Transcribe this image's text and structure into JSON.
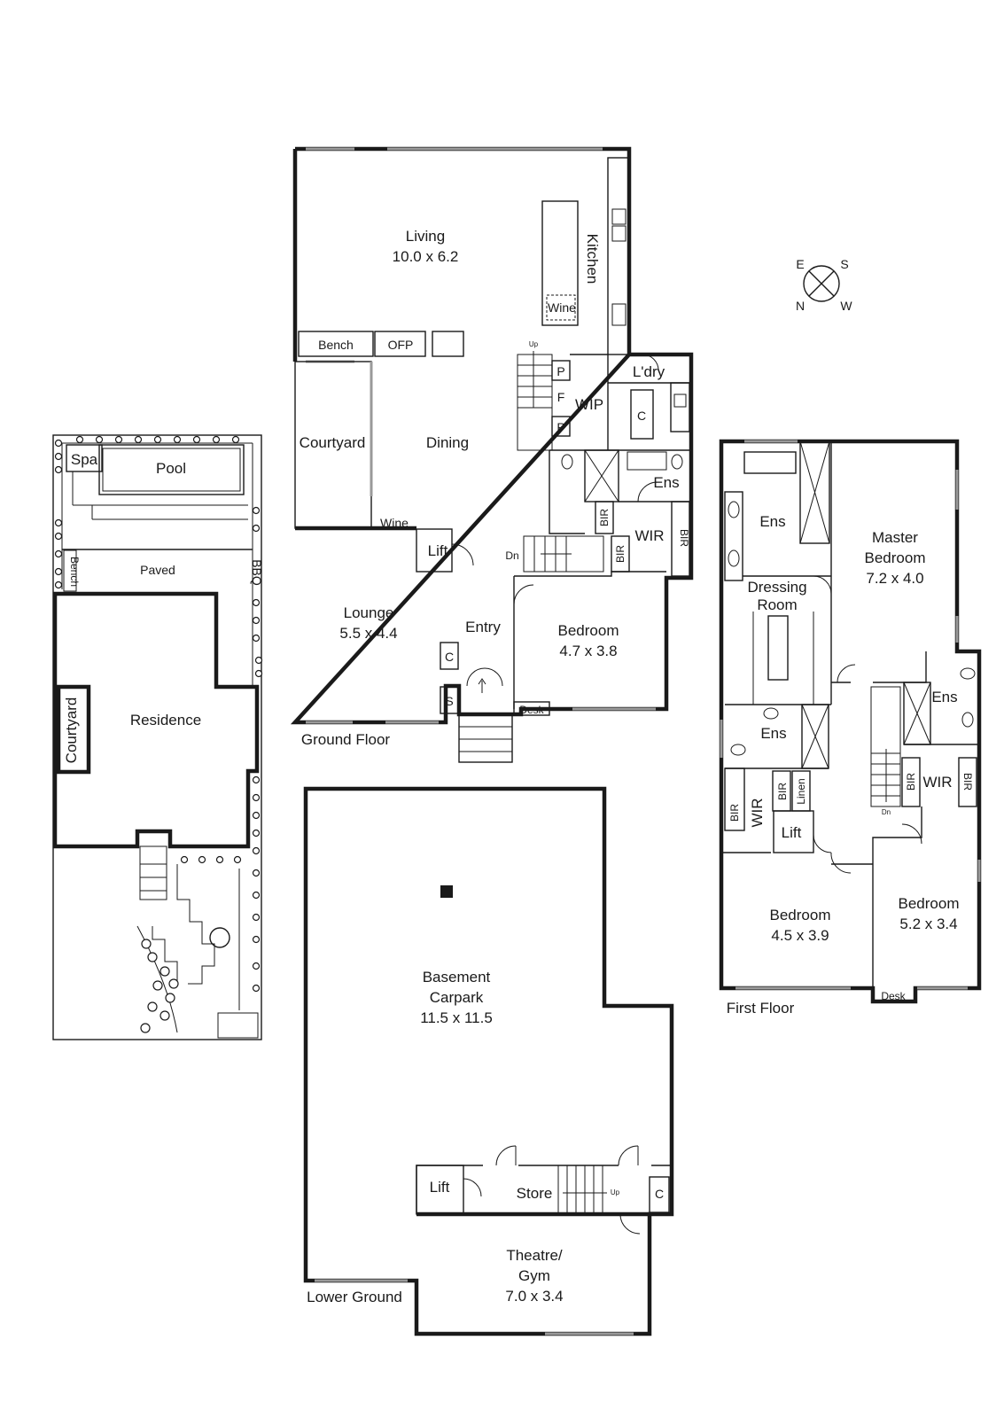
{
  "floors": {
    "ground": "Ground Floor",
    "first": "First Floor",
    "lower": "Lower Ground"
  },
  "compass": {
    "e": "E",
    "s": "S",
    "n": "N",
    "w": "W"
  },
  "site": {
    "spa": "Spa",
    "pool": "Pool",
    "paved": "Paved",
    "bench": "Bench",
    "bbq": "BBQ",
    "residence": "Residence",
    "courtyard": "Courtyard"
  },
  "ground": {
    "living": "Living",
    "living_dim": "10.0 x 6.2",
    "kitchen": "Kitchen",
    "wine_cab": "Wine",
    "bench": "Bench",
    "ofp": "OFP",
    "courtyard": "Courtyard",
    "dining": "Dining",
    "wine": "Wine",
    "lift": "Lift",
    "up": "Up",
    "p1": "P",
    "f": "F",
    "p2": "P",
    "wip": "WIP",
    "ldry": "L'dry",
    "c_ldry": "C",
    "ens": "Ens",
    "wir": "WIR",
    "bir1": "BIR",
    "bir2": "BIR",
    "bir3": "BIR",
    "dn": "Dn",
    "lounge": "Lounge",
    "lounge_dim": "5.5 x 4.4",
    "entry": "Entry",
    "c_entry": "C",
    "s_entry": "S",
    "bedroom": "Bedroom",
    "bedroom_dim": "4.7 x 3.8",
    "desk": "Desk"
  },
  "first": {
    "ens_main": "Ens",
    "master": "Master",
    "bedroom_word": "Bedroom",
    "master_dim": "7.2 x 4.0",
    "dressing": "Dressing",
    "room": "Room",
    "ens2": "Ens",
    "ens3": "Ens",
    "bir_a": "BIR",
    "wir_a": "WIR",
    "bir_b": "BIR",
    "linen": "Linen",
    "lift": "Lift",
    "dn": "Dn",
    "bir_c": "BIR",
    "wir_b": "WIR",
    "bir_d": "BIR",
    "bed_left": "Bedroom",
    "bed_left_dim": "4.5 x 3.9",
    "bed_right": "Bedroom",
    "bed_right_dim": "5.2 x 3.4",
    "desk": "Desk"
  },
  "lower": {
    "carpark1": "Basement",
    "carpark2": "Carpark",
    "carpark_dim": "11.5 x 11.5",
    "lift": "Lift",
    "store": "Store",
    "up": "Up",
    "c": "C",
    "theatre1": "Theatre/",
    "theatre2": "Gym",
    "theatre_dim": "7.0 x 3.4"
  }
}
